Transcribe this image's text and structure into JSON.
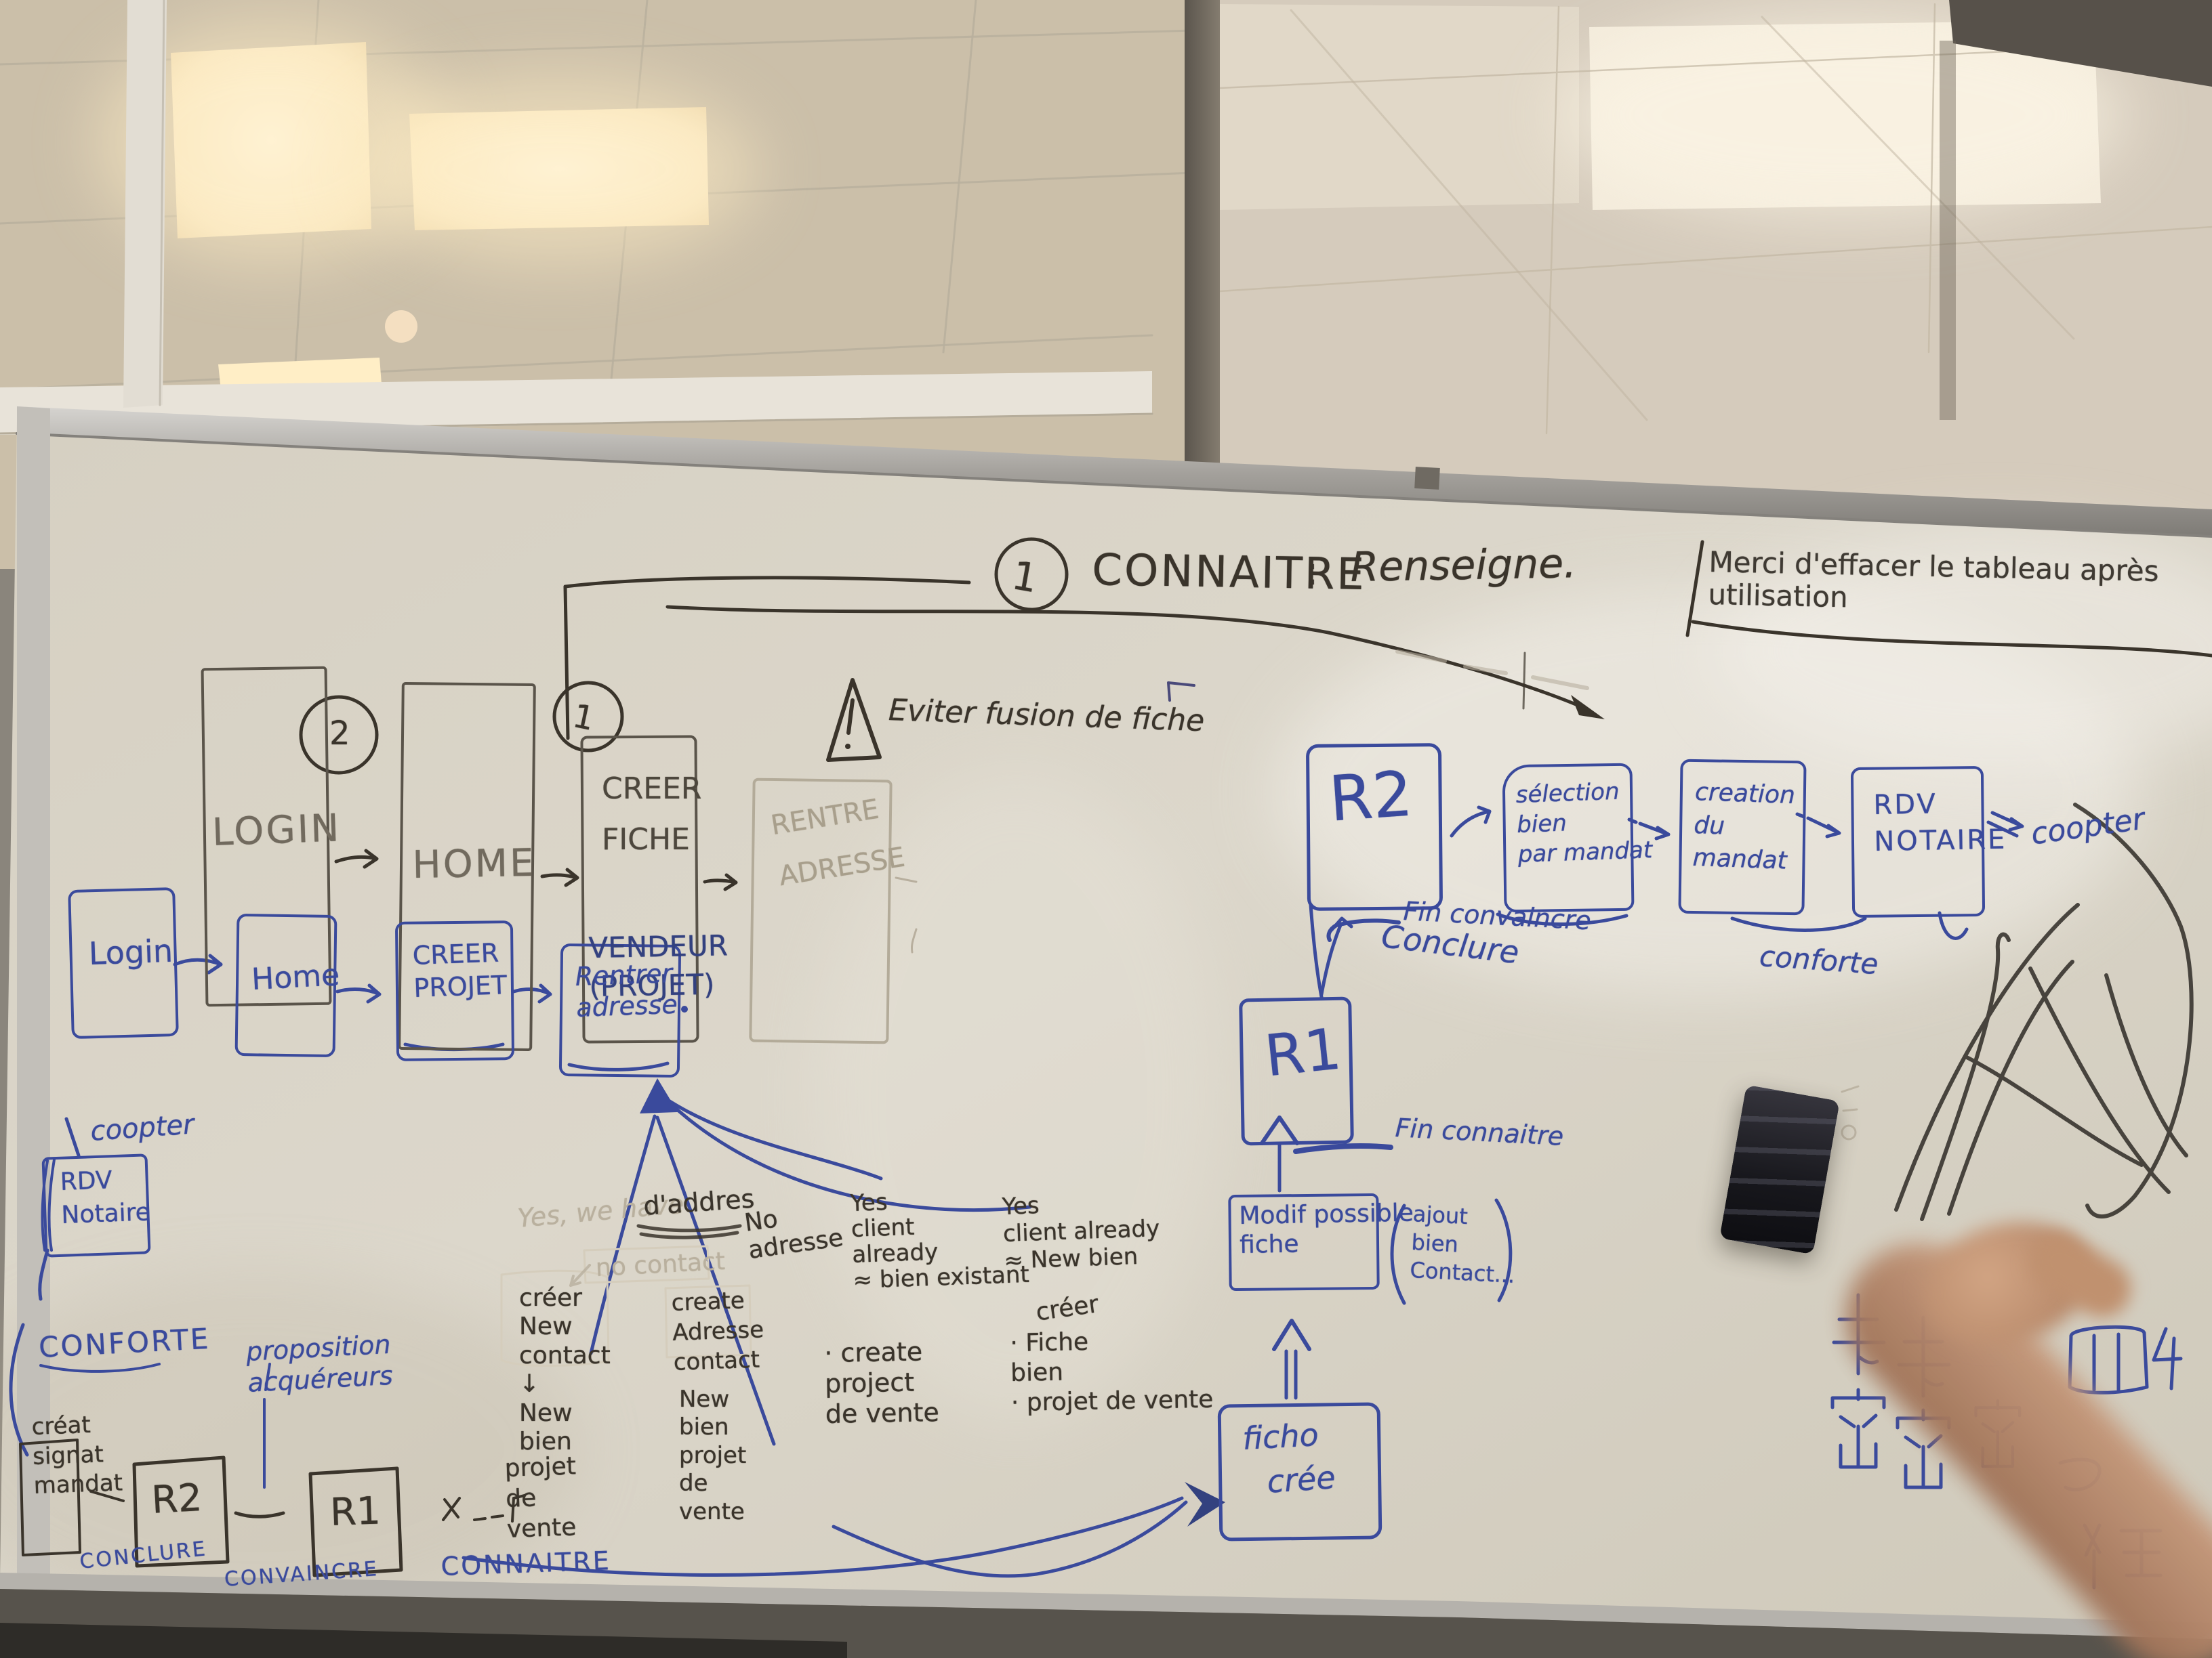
{
  "title": {
    "badge": "1",
    "main": "CONNAITRE",
    "sep": ":",
    "sub": "Renseigne."
  },
  "note": {
    "text": "Merci d'effacer le tableau après utilisation"
  },
  "warning": {
    "text": "Eviter fusion de fiche"
  },
  "top_flow": {
    "badge_login": "2",
    "badge_home": "1",
    "login": "LOGIN",
    "home": "HOME",
    "creer_fiche": "CREER\nFICHE",
    "vendeur_projet": "VENDEUR\n(PROJET)",
    "rentre_adresse": "RENTRE\nADRESSE"
  },
  "blue_flow": {
    "login": "Login",
    "home": "Home",
    "creer_projet": "CREER\nPROJET",
    "rentrer_adresse": "Rentrer\nadresse"
  },
  "branches": {
    "yes_we_have": "Yes, we have",
    "daddres": "d'addres",
    "no_adresse": "No\nadresse",
    "no_contact": "no contact",
    "col1": "créer\nNew\ncontact\n↓\nNew\nbien",
    "col1b": "projet\nde\nvente",
    "col2": "create\nAdresse\ncontact",
    "col2b": "New\nbien\nprojet\nde\nvente",
    "col3": "Yes\nclient\nalready\n≈ bien existant",
    "col3b": "· create\nproject\nde vente",
    "col4": "Yes\nclient already\n≈ New bien",
    "col4_intro": "créer",
    "col4b": "· Fiche\nbien\n· projet de vente",
    "connaitre": "CONNAITRE"
  },
  "mandat": {
    "r2": "R2",
    "selection": "sélection\nbien\npar mandat",
    "creation": "creation\ndu\nmandat",
    "rdv": "RDV\nNOTAIRE",
    "coopter": "coopter",
    "conclure": "Conclure",
    "conforte": "conforte"
  },
  "r1": {
    "label": "R1",
    "fin_convaincre": "Fin convaincre",
    "fin_connaitre": "Fin connaitre",
    "modif": "Modif possible\nfiche",
    "ajout": "ajout\nbien\nContact...",
    "fiche_1": "ficho",
    "fiche_2": "crée"
  },
  "left": {
    "coopter": "coopter",
    "rdv_notaire": "RDV\nNotaire",
    "conforte": "CONFORTE",
    "creat": "créat\nsignat\nmandat",
    "conclure": "CONCLURE",
    "r2": "R2",
    "r1": "R1",
    "proposition": "proposition\nacquéreurs",
    "convaincre": "CONVAINCRE"
  },
  "cjk": {
    "scribbles": "卡密 卡密 密 罒4 狂"
  }
}
